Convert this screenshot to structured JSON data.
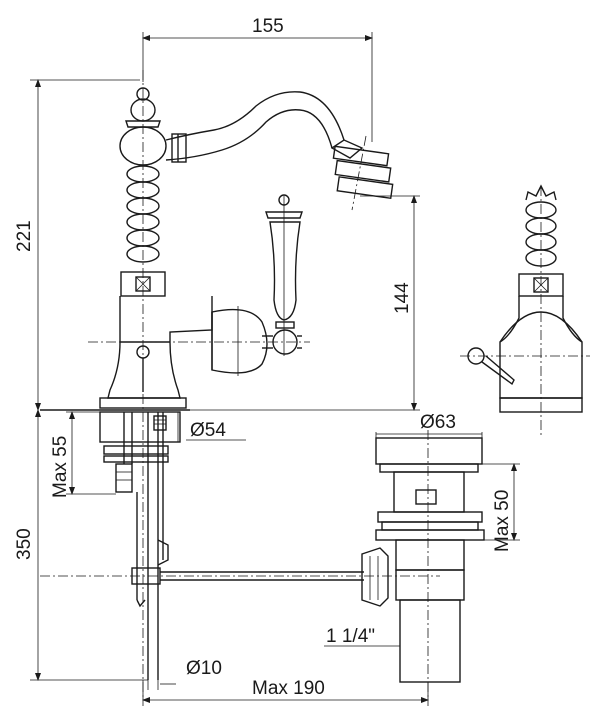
{
  "dimensions": {
    "width_top": "155",
    "height_total": "221",
    "height_spout": "144",
    "base_diameter": "Ø54",
    "max_thickness": "Max 55",
    "rod_length": "350",
    "waste_diameter": "Ø63",
    "waste_height": "Max 50",
    "waste_thread": "1 1/4\"",
    "rod_diameter": "Ø10",
    "max_reach": "Max 190"
  }
}
